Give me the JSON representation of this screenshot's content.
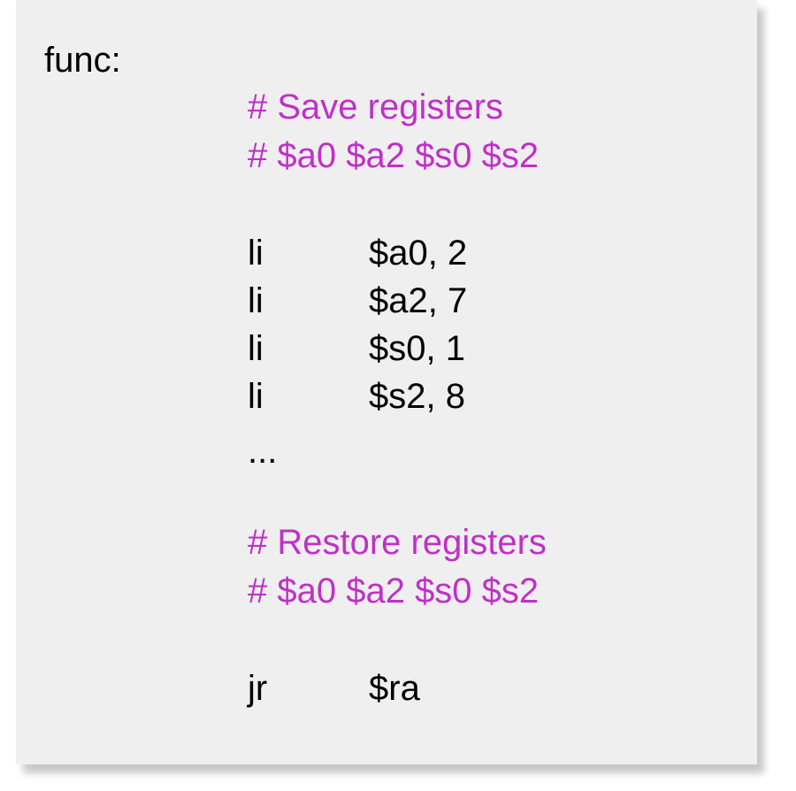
{
  "code": {
    "label": "func:",
    "save_comment": "# Save registers",
    "save_regs_comment": "# $a0 $a2 $s0 $s2",
    "instructions": [
      {
        "op": "li",
        "arg": "$a0, 2"
      },
      {
        "op": "li",
        "arg": "$a2, 7"
      },
      {
        "op": "li",
        "arg": "$s0, 1"
      },
      {
        "op": "li",
        "arg": "$s2, 8"
      }
    ],
    "ellipsis": "...",
    "restore_comment": "# Restore registers",
    "restore_regs_comment": "# $a0 $a2 $s0 $s2",
    "return": {
      "op": "jr",
      "arg": "$ra"
    }
  },
  "colors": {
    "comment": "#c030c8",
    "text": "#000000",
    "panel_background": "#efefef"
  }
}
